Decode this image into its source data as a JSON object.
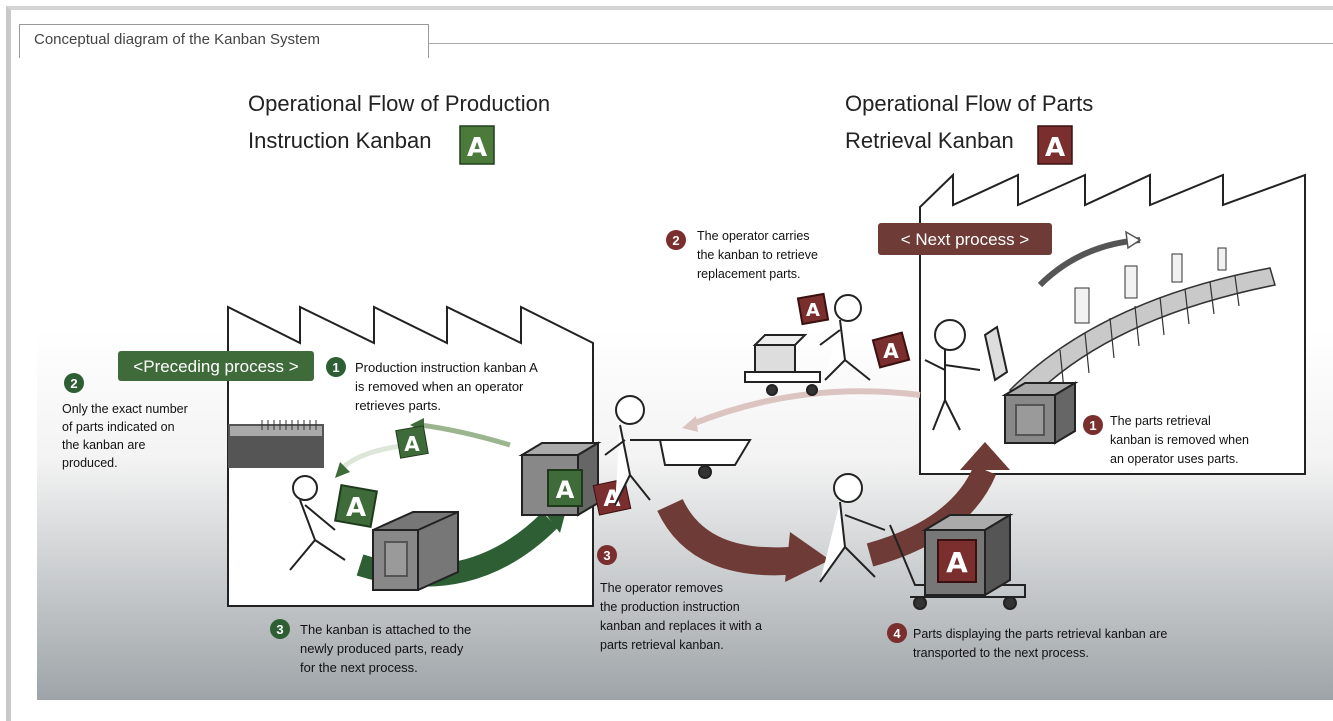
{
  "tab_title": "Conceptual diagram of the Kanban System",
  "left_heading": {
    "line1": "Operational Flow of Production",
    "line2": "Instruction Kanban",
    "badge": "A",
    "badge_color": "#4b7a3a"
  },
  "right_heading": {
    "line1": "Operational Flow of Parts",
    "line2": "Retrieval Kanban",
    "badge": "A",
    "badge_color": "#7a2e2e"
  },
  "labels": {
    "preceding_process": "<Preceding process >",
    "next_process": "< Next  process >"
  },
  "kanban_letter": "A",
  "left_steps": [
    {
      "num": "1",
      "lines": [
        "Production instruction kanban A",
        "is removed when an operator",
        "retrieves parts."
      ]
    },
    {
      "num": "2",
      "lines": [
        "Only the exact number",
        "of parts indicated on",
        "the kanban are",
        "produced."
      ]
    },
    {
      "num": "3",
      "lines": [
        "The kanban is attached to the",
        "newly produced parts, ready",
        "for the next process."
      ]
    }
  ],
  "right_steps": [
    {
      "num": "1",
      "lines": [
        "The parts retrieval",
        "kanban is removed when",
        "an operator uses parts."
      ]
    },
    {
      "num": "2",
      "lines": [
        "The operator carries",
        "the kanban to retrieve",
        "replacement parts."
      ]
    },
    {
      "num": "3",
      "lines": [
        "The operator removes",
        "the production instruction",
        "kanban and replaces it with a",
        "parts retrieval kanban."
      ]
    },
    {
      "num": "4",
      "lines": [
        "Parts displaying the parts retrieval kanban are",
        "transported to the next  process."
      ]
    }
  ],
  "colors": {
    "green": "#3f7a3a",
    "dark_green": "#2e5e33",
    "maroon": "#7a2e2e",
    "arrow_maroon": "#6e3b36"
  }
}
